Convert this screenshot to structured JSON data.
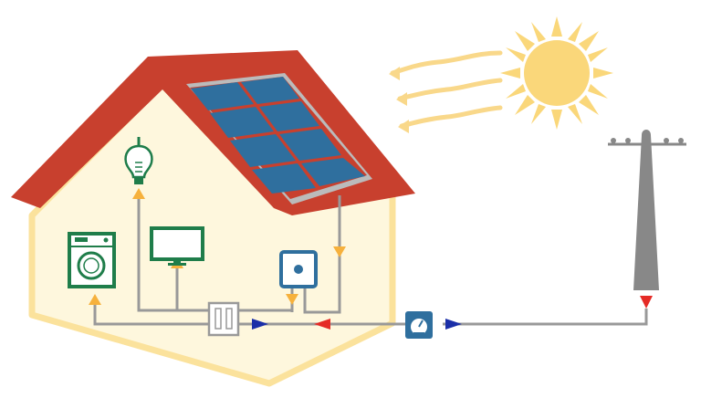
{
  "title": "",
  "colors": {
    "background": "#ffffff",
    "sun": "#fad77a",
    "sun_rays": "#f9d88a",
    "roof": "#c8402e",
    "house_fill": "#fef7dd",
    "house_outline": "#fbe29c",
    "solar_panel": "#2f6f9e",
    "panel_frame": "#bbbbbb",
    "appliance": "#1f7d4a",
    "wire": "#999999",
    "arrow_up": "#f6b13d",
    "arrow_grid": "#1b2fa8",
    "arrow_red": "#e52b26",
    "pole": "#888888",
    "meter": "#2f6f9e",
    "inverter": "#2f6f9e"
  },
  "components": [
    {
      "id": "sun",
      "icon": "sun-icon"
    },
    {
      "id": "solar-panels",
      "icon": "solar-panel-icon",
      "panel_count": 8
    },
    {
      "id": "light-bulb",
      "icon": "light-bulb-icon"
    },
    {
      "id": "television",
      "icon": "tv-icon"
    },
    {
      "id": "washing-machine",
      "icon": "washing-machine-icon"
    },
    {
      "id": "inverter",
      "icon": "inverter-icon"
    },
    {
      "id": "distribution-box",
      "icon": "fuse-box-icon"
    },
    {
      "id": "electricity-meter",
      "icon": "meter-icon"
    },
    {
      "id": "utility-pole",
      "icon": "utility-pole-icon"
    }
  ]
}
